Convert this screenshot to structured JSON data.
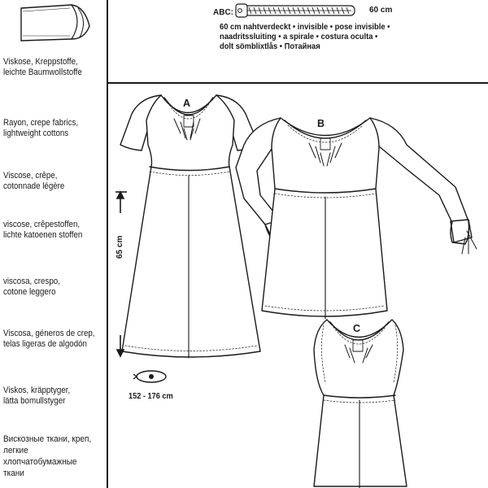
{
  "notions": {
    "label": "ABC:",
    "zipper_length": "60 cm",
    "zipper_lines": [
      "60 cm nahtverdeckt • invisible • pose invisible •",
      "naadritssluiting • a spirale • costura oculta •",
      "dolt sömblixtlås • Потайная"
    ],
    "icons": [
      "zipper-icon"
    ]
  },
  "fabrics": {
    "icon": "fabric-bolt-icon",
    "entries": [
      {
        "lines": [
          "Viskose, Kreppstoffe,",
          "leichte Baumwollstoffe"
        ]
      },
      {
        "lines": [
          "Rayon, crepe fabrics,",
          "lightweight cottons"
        ]
      },
      {
        "lines": [
          "Viscose, crêpe,",
          "cotonnade légère"
        ]
      },
      {
        "lines": [
          "viscose, crêpestoffen,",
          "lichte katoenen stoffen"
        ]
      },
      {
        "lines": [
          "viscosa, crespo,",
          "cotone leggero"
        ]
      },
      {
        "lines": [
          "Viscosa, géneros de crep,",
          "telas ligeras de algodón"
        ]
      },
      {
        "lines": [
          "Viskos, kräpptyger,",
          "lätta bomullstyger"
        ]
      },
      {
        "lines": [
          "Вискозные ткани, креп,",
          "легкие",
          "хлопчатобумажные",
          "ткани"
        ]
      }
    ]
  },
  "views": {
    "a": {
      "letter": "A"
    },
    "b": {
      "letter": "B"
    },
    "c": {
      "letter": "C"
    }
  },
  "measurements": {
    "length": "65 cm",
    "waist": "152 - 176 cm",
    "icons": [
      "length-arrow-icon",
      "tape-measure-icon"
    ]
  }
}
